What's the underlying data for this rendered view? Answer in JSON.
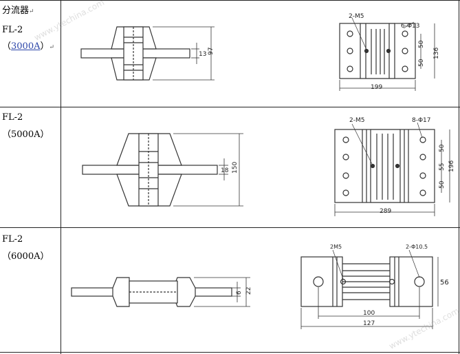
{
  "table": {
    "header_label": "分流器",
    "para_mark": "↵",
    "rows": [
      {
        "model": "FL-2",
        "current": "3000A",
        "paren_open": "（",
        "paren_close": "）",
        "side_dims": [
          "13",
          "97"
        ],
        "front_callouts": [
          "2-M5",
          "6-Φ13"
        ],
        "front_dims": [
          "50",
          "50",
          "136",
          "199"
        ]
      },
      {
        "model": "FL-2",
        "current": "5000A",
        "paren_open": "（",
        "paren_close": "）",
        "side_dims": [
          "18",
          "150"
        ],
        "front_callouts": [
          "2-M5",
          "8-Φ17"
        ],
        "front_dims": [
          "50",
          "55",
          "50",
          "196",
          "289"
        ]
      },
      {
        "model": "FL-2",
        "current": "6000A",
        "paren_open": "（",
        "paren_close": "）",
        "side_dims": [
          "6",
          "22"
        ],
        "front_callouts": [
          "2M5",
          "2-Φ10.5"
        ],
        "front_dims": [
          "56",
          "100",
          "127"
        ]
      }
    ]
  },
  "watermark": "www.ytechina.com"
}
